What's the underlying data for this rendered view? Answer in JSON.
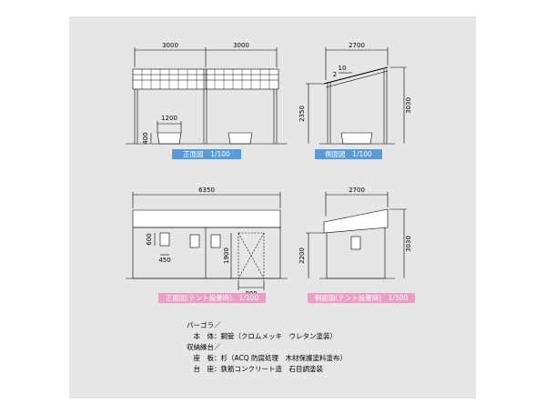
{
  "front_view": {
    "label": "正面図　1/100",
    "dim_width_left": "3000",
    "dim_width_right": "3000",
    "dim_bench": "1200",
    "dim_bench_height": "400"
  },
  "side_view": {
    "label": "側面図　1/100",
    "dim_width": "2700",
    "dim_slope": "10",
    "dim_slope_base": "2",
    "dim_low_height": "2350",
    "dim_high_height": "3030"
  },
  "front_tent_view": {
    "label": "正面図(テント設置時)　1/100",
    "dim_width": "6350",
    "dim_window_height": "600",
    "dim_window_width": "450",
    "dim_door_height": "1900",
    "dim_door_width": "800"
  },
  "side_tent_view": {
    "label": "側面図(テント設置時)　1/100",
    "dim_width": "2700",
    "dim_low_height": "2200",
    "dim_high_height": "3030"
  },
  "specs": [
    "パーゴラ／",
    "　本　体：鋼管（クロムメッキ　ウレタン塗装）",
    "収納縁台／",
    "　座　板：杉（ACQ 防腐処理　木材保護塗料塗布）",
    "　台　座：鉄筋コンクリート造　石目調塗装"
  ]
}
